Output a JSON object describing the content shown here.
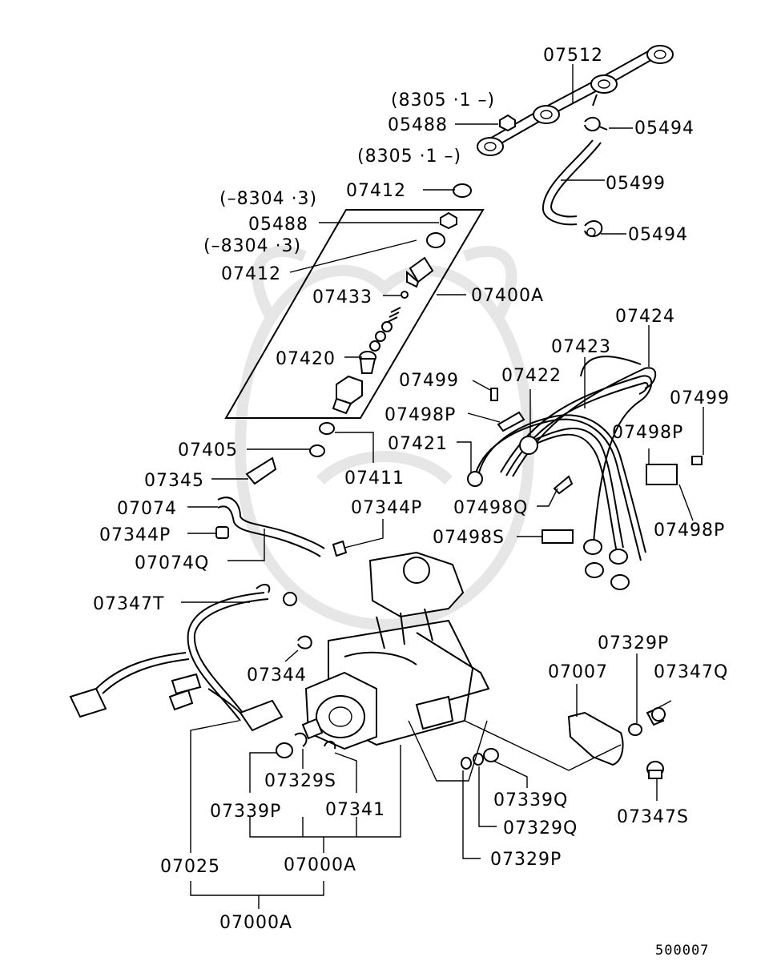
{
  "labels": {
    "p07512": "07512",
    "ser8305a": "(8305 ·1 –)",
    "p05488a": "05488",
    "p05494a": "05494",
    "ser8305b": "(8305 ·1 –)",
    "p05499": "05499",
    "p07412a": "07412",
    "ser8304a": "(–8304 ·3)",
    "p05494b": "05494",
    "p05488b": "05488",
    "ser8304b": "(–8304 ·3)",
    "p07412b": "07412",
    "p07433": "07433",
    "p07400A": "07400A",
    "p07424": "07424",
    "p07423": "07423",
    "p07420": "07420",
    "p07499a": "07499",
    "p07422": "07422",
    "p07499b": "07499",
    "p07498Pa": "07498P",
    "p07498Pb": "07498P",
    "p07421": "07421",
    "p07405": "07405",
    "p07345": "07345",
    "p07411": "07411",
    "p07074": "07074",
    "p07344Pa": "07344P",
    "p07498Q": "07498Q",
    "p07498Pc": "07498P",
    "p07344Pb": "07344P",
    "p07498S": "07498S",
    "p07074Q": "07074Q",
    "p07347T": "07347T",
    "p07329Pa": "07329P",
    "p07007": "07007",
    "p07347Q": "07347Q",
    "p07344": "07344",
    "p07329S": "07329S",
    "p07339Q": "07339Q",
    "p07339P": "07339P",
    "p07341": "07341",
    "p07347S": "07347S",
    "p07329Q": "07329Q",
    "p07329Pb": "07329P",
    "p07025": "07025",
    "p07000Aa": "07000A",
    "p07000Ab": "07000A",
    "drawing_number": "500007"
  }
}
